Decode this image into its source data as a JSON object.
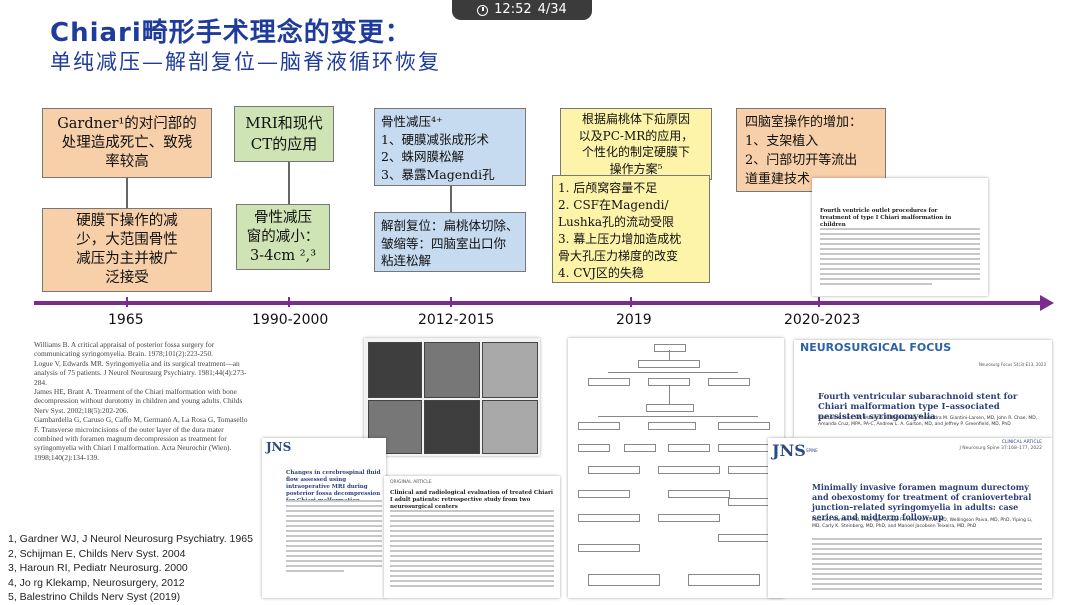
{
  "status": {
    "time": "12:52",
    "page": "4/34"
  },
  "title": "Chiari畸形手术理念的变更：",
  "subtitle": "单纯减压—解剖复位—脑脊液循环恢复",
  "colors": {
    "title": "#1f3b9c",
    "timeline": "#7b2c8c",
    "orange": "#f7cfa8",
    "green": "#cfe4b4",
    "blue": "#c6daf0",
    "yellow": "#fdf3a9"
  },
  "timeline": {
    "years": [
      "1965",
      "1990-2000",
      "2012-2015",
      "2019",
      "2020-2023"
    ]
  },
  "boxes": {
    "b1965_top": {
      "lines": [
        "Gardner¹的对闩部的",
        "处理造成死亡、致残",
        "率较高"
      ]
    },
    "b1965_bottom": {
      "lines": [
        "硬膜下操作的减",
        "少，大范围骨性",
        "减压为主并被广",
        "泛接受"
      ]
    },
    "b1990_top": {
      "lines": [
        "MRI和现代",
        "CT的应用"
      ]
    },
    "b1990_bottom": {
      "lines": [
        "骨性减压",
        "窗的减小：",
        "3-4cm ²,³"
      ]
    },
    "b2012_top": {
      "lines": [
        "骨性减压⁴⁺",
        "1、硬膜减张成形术",
        "2、蛛网膜松解",
        "3、暴露Magendi孔"
      ]
    },
    "b2012_bottom": {
      "lines": [
        "解剖复位：扁桃体切除、",
        "皱缩等：四脑室出口你",
        "粘连松解"
      ]
    },
    "b2019_top": {
      "lines": [
        "根据扁桃体下疝原因",
        "以及PC-MR的应用，",
        "个性化的制定硬膜下",
        "操作方案⁵"
      ]
    },
    "b2019_bottom": {
      "lines": [
        "1. 后颅窝容量不足",
        "2. CSF在Magendi/",
        "Lushka孔的流动受限",
        "3. 幕上压力增加造成枕",
        "骨大孔压力梯度的改变",
        "4. CVJ区的失稳"
      ]
    },
    "b2020_top": {
      "lines": [
        "四脑室操作的增加：",
        "1、支架植入",
        "2、闩部切开等流出",
        "道重建技术"
      ]
    }
  },
  "refs_small": [
    "Williams B. A critical appraisal of posterior fossa surgery for communicating syringomyelia. Brain. 1978;101(2):223-250.",
    "Logue V, Edwards MR. Syringomyelia and its surgical treatment—an analysis of 75 patients. J Neurol Neurosurg Psychiatry. 1981;44(4):273-284.",
    "James HE, Brant A. Treatment of the Chiari malformation with bone decompression without durotomy in children and young adults. Childs Nerv Syst. 2002;18(5):202-206.",
    "Gambardella G, Caruso G, Caffo M, Germanò A, La Rosa G, Tomasello F. Transverse microincisions of the outer layer of the dura mater combined with foramen magnum decompression as treatment for syringomyelia with Chiari I malformation. Acta Neurochir (Wien). 1998;140(2):134-139."
  ],
  "refs": [
    "1, Gardner WJ, J Neurol Neurosurg Psychiatry. 1965",
    "2, Schijman E, Childs Nerv Syst. 2004",
    "3, Haroun RI, Pediatr Neurosurg. 2000",
    "4, Jo rg Klekamp, Neurosurgery, 2012",
    "5, Balestrino Childs Nerv Syst (2019)"
  ],
  "papers": {
    "jns1_logo": "JNS",
    "jns1_title": "Changes in cerebrospinal fluid flow assessed using intraoperative MRI during posterior fossa decompression for Chiari malformation",
    "clinical_title": "Clinical and radiological evaluation of treated Chiari I adult patients: retrospective study from two neurosurgical centers",
    "clinical_label": "ORIGINAL ARTICLE",
    "fourth_ventricle_title": "Fourth ventricle outlet procedures for treatment of type I Chiari malformation in children",
    "nf_logo": "NEUROSURGICAL FOCUS",
    "nf_journal": "Neurosurg Focus 54(3):E13, 2023",
    "nf_title": "Fourth ventricular subarachnoid stent for Chiari malformation type I–associated persistent syringomyelia",
    "nf_authors": "Rachael K. Han, BA, Mauricio P. Medina, MD, Alexandra M. Giantini-Larsen, MD, John R. Chae, MD, Amanda Cruz, MPA, PA-C, Andrew L. A. Garton, MD, and Jeffrey P. Greenfield, MD, PhD",
    "jns2_logo": "JNS",
    "jns2_sub": "SPINE",
    "jns2_label": "CLINICAL ARTICLE",
    "jns2_journal": "J Neurosurg Spine 37:168–177, 2022",
    "jns2_title": "Minimally invasive foramen magnum durectomy and obexostomy for treatment of craniovertebral junction–related syringomyelia in adults: case series and midterm follow-up",
    "jns2_authors": "Mauricio Mandel, MD, PhD, Iger Araújo Ferreira da Silva, MD, Wellingson Paiva, MD, PhD, Yiping Li, MD, Carly K. Steinberg, MD, PhD, and Manoel Jacobsen Teixeira, MD, PhD"
  }
}
